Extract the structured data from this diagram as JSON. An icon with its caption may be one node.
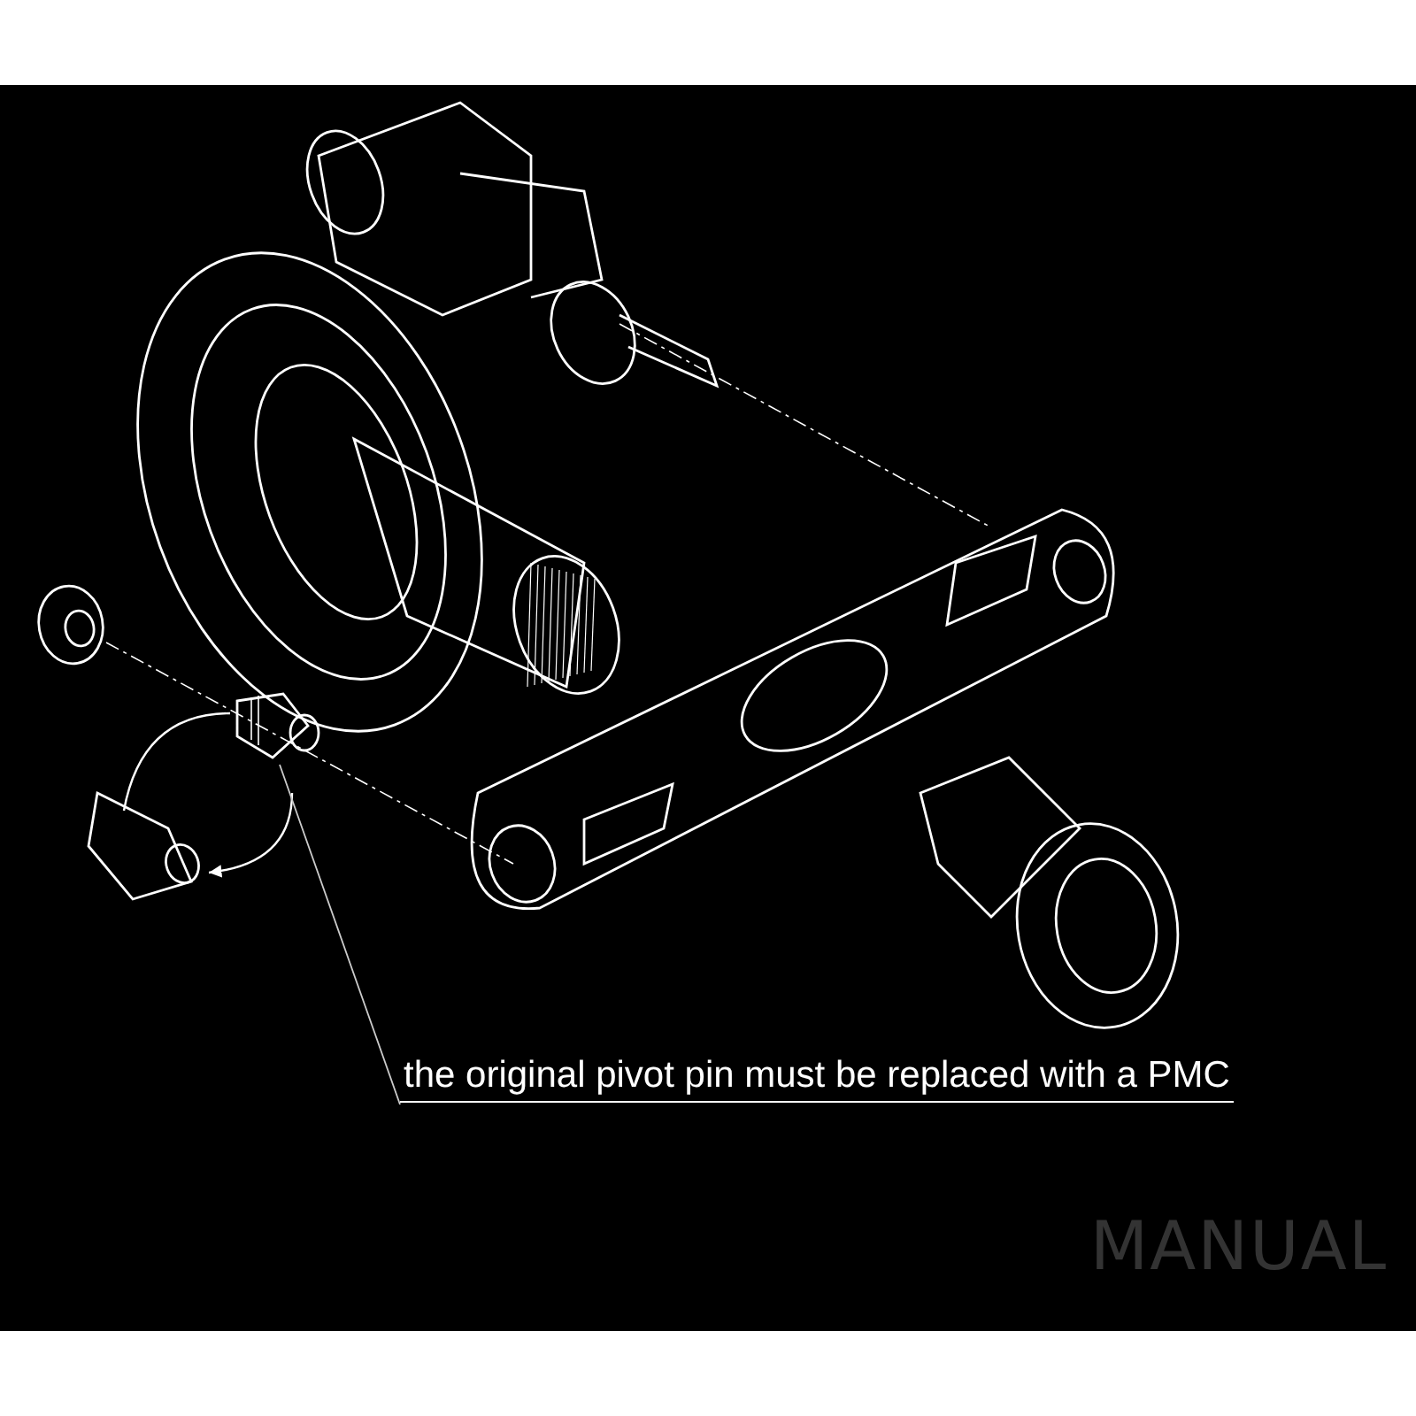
{
  "diagram": {
    "nodes": [
      {
        "text": [
          "the original pivot pin must be replaced with a PMC"
        ]
      },
      {
        "text": [],
        "shape": "picture"
      }
    ],
    "edges": [
      {
        "from": 0,
        "to": 1,
        "arrow": "none"
      }
    ],
    "labels": [
      "MANUAL"
    ]
  }
}
